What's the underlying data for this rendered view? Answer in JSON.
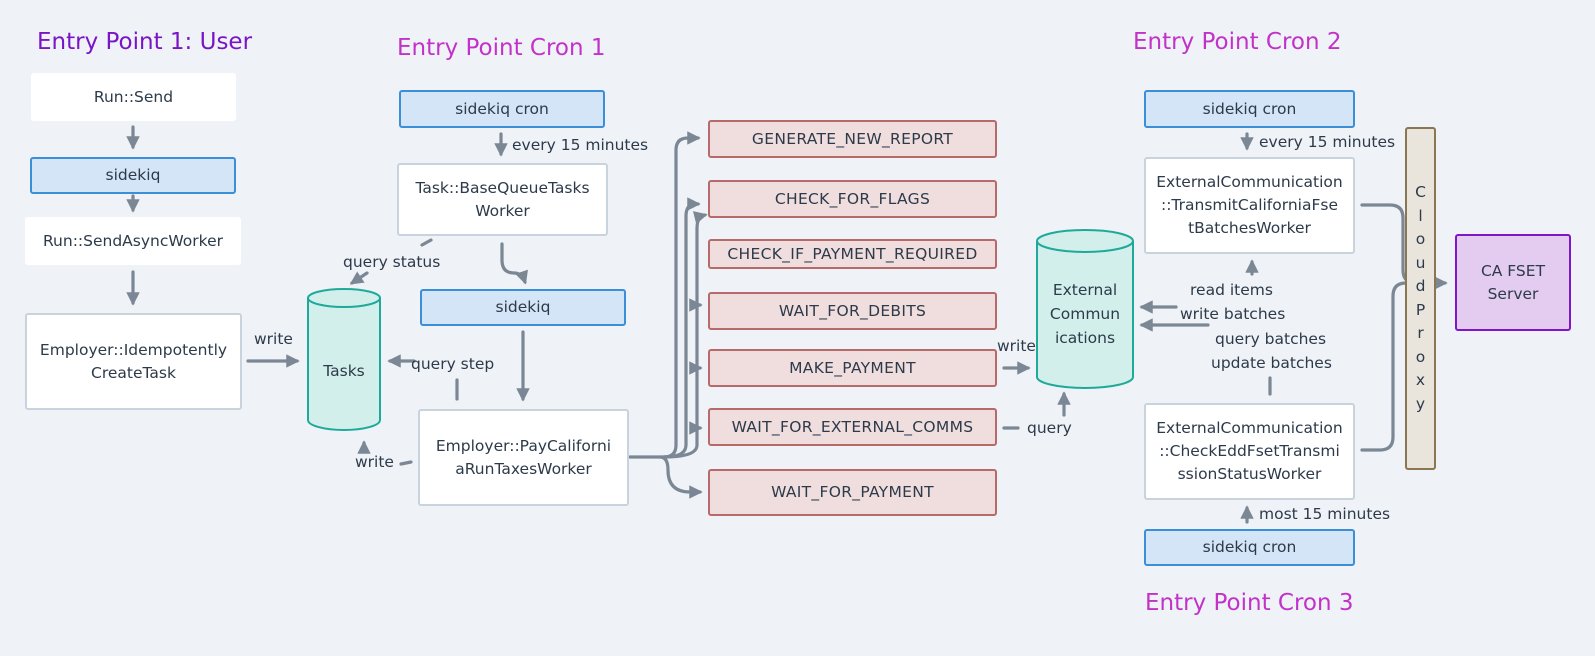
{
  "titles": {
    "entry_user": "Entry Point 1: User",
    "entry_cron1": "Entry Point Cron 1",
    "entry_cron2": "Entry Point Cron 2",
    "entry_cron3": "Entry Point Cron 3"
  },
  "user_flow": {
    "run_send": "Run::Send",
    "sidekiq": "sidekiq",
    "send_async_worker": "Run::SendAsyncWorker",
    "idempotent_create_line1": "Employer::Idempotently",
    "idempotent_create_line2": "CreateTask"
  },
  "cron1_flow": {
    "sidekiq_cron": "sidekiq cron",
    "interval": "every 15 minutes",
    "base_queue_line1": "Task::BaseQueueTasks",
    "base_queue_line2": "Worker",
    "sidekiq": "sidekiq",
    "pay_worker_line1": "Employer::PayCaliforni",
    "pay_worker_line2": "aRunTaxesWorker"
  },
  "tasks_db": {
    "label": "Tasks"
  },
  "edge_labels": {
    "write_tasks": "write",
    "query_status": "query status",
    "query_step": "query step",
    "write_back": "write",
    "write_extcomm": "write",
    "query_extcomm": "query",
    "read_items": "read items",
    "write_batches": "write batches",
    "query_batches": "query batches",
    "update_batches": "update batches"
  },
  "steps": [
    "GENERATE_NEW_REPORT",
    "CHECK_FOR_FLAGS",
    "CHECK_IF_PAYMENT_REQUIRED",
    "WAIT_FOR_DEBITS",
    "MAKE_PAYMENT",
    "WAIT_FOR_EXTERNAL_COMMS",
    "WAIT_FOR_PAYMENT"
  ],
  "ext_comm_db": {
    "line1": "External",
    "line2": "Commun",
    "line3": "ications"
  },
  "cron2_flow": {
    "sidekiq_cron": "sidekiq cron",
    "interval": "every 15 minutes",
    "transmit_line1": "ExternalCommunication",
    "transmit_line2": "::TransmitCaliforniaFse",
    "transmit_line3": "tBatchesWorker"
  },
  "cron3_flow": {
    "check_line1": "ExternalCommunication",
    "check_line2": "::CheckEddFsetTransmi",
    "check_line3": "ssionStatusWorker",
    "interval": "most 15 minutes",
    "sidekiq_cron": "sidekiq cron"
  },
  "proxy": {
    "letters": [
      "C",
      "l",
      "o",
      "u",
      "d",
      "P",
      "r",
      "o",
      "x",
      "y"
    ]
  },
  "server": {
    "line1": "CA FSET",
    "line2": "Server"
  },
  "colors": {
    "background": "#eff3f7",
    "arrow": "#7b8794",
    "title_user": "#7a15c6",
    "title_cron": "#c232c9",
    "queue_fill": "#d3e5f6",
    "queue_border": "#3b8fd9",
    "step_fill": "#f0dede",
    "step_border": "#b76a6a",
    "db_fill": "#d2efec",
    "db_border": "#1fa99a",
    "server_fill": "#e4ccf1",
    "server_border": "#8115c9"
  }
}
